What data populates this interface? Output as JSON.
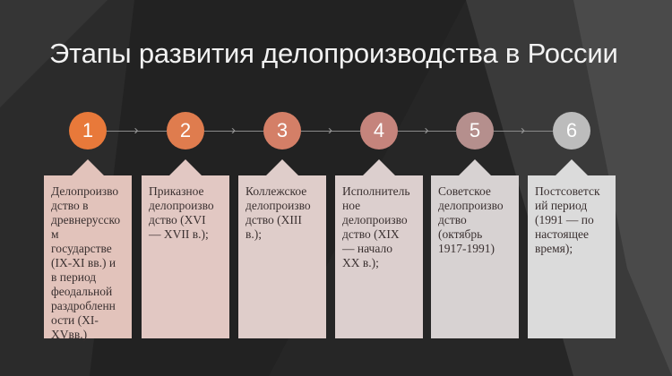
{
  "title": "Этапы развития делопроизводства в России",
  "steps": [
    {
      "number": "1",
      "text": "Делопроизво\nдство в\nдревнерусско\nм\nгосударстве\n(IX-XI вв.) и\nв период\nфеодальной\nраздробленн\nости (XI-\nXVвв.)",
      "circle_color": "#e8793a",
      "box_color": "#e2c3bb"
    },
    {
      "number": "2",
      "text": "Приказное\nделопроизво\nдство (XVI\n— XVII в.);",
      "circle_color": "#df7c4e",
      "box_color": "#e2c8c3"
    },
    {
      "number": "3",
      "text": "Коллежское\nделопроизво\nдство (XIII\nв.);",
      "circle_color": "#d47f67",
      "box_color": "#dfcdca"
    },
    {
      "number": "4",
      "text": "Исполнитель\nное\nделопроизво\nдство (XIX\n— начало\nXX в.);",
      "circle_color": "#c5847c",
      "box_color": "#dccfce"
    },
    {
      "number": "5",
      "text": "Советское\nделопроизво\nдство\n(октябрь\n1917-1991)",
      "circle_color": "#b58f8d",
      "box_color": "#d7d2d2"
    },
    {
      "number": "6",
      "text": "Постсоветск\nий период\n(1991 — по\nнастоящее\nвремя);",
      "circle_color": "#bcbcbc",
      "box_color": "#dbdbdb"
    }
  ]
}
